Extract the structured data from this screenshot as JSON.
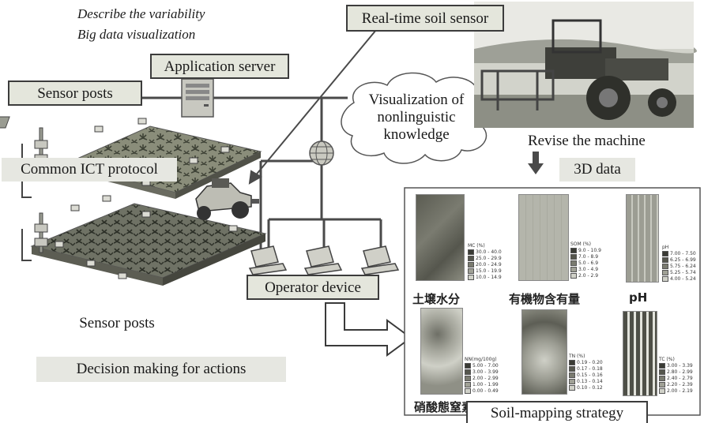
{
  "top_notes": [
    "Describe the variability",
    "Big data visualization"
  ],
  "labels": {
    "application_server": "Application server",
    "sensor_posts_top": "Sensor posts",
    "common_ict": "Common ICT protocol",
    "realtime_sensor": "Real-time soil sensor",
    "cloud": [
      "Visualization of",
      "nonlinguistic",
      "knowledge"
    ],
    "revise_machine": "Revise the machine",
    "data_3d": "3D data",
    "operator_device": "Operator device",
    "sensor_posts_bottom": "Sensor posts",
    "decision": "Decision making for actions",
    "soil_mapping": "Soil-mapping strategy"
  },
  "maps": [
    {
      "caption": "土壌水分",
      "legend_title": "MC (%)",
      "legend": [
        "30.0 - 40.0",
        "25.0 - 29.9",
        "20.0 - 24.9",
        "15.0 - 19.9",
        "10.0 - 14.9"
      ]
    },
    {
      "caption": "有機物含有量",
      "legend_title": "SOM (%)",
      "legend": [
        "9.0 - 10.9",
        "7.0 - 8.9",
        "5.0 - 6.9",
        "3.0 - 4.9",
        "2.0 - 2.9"
      ]
    },
    {
      "caption": "pH",
      "legend_title": "pH",
      "legend": [
        "7.00 - 7.50",
        "6.25 - 6.99",
        "5.75 - 6.24",
        "5.25 - 5.74",
        "4.00 - 5.24"
      ]
    },
    {
      "caption": "硝酸態窒素",
      "legend_title": "NN(mg/100g)",
      "legend": [
        "5.00 - 7.00",
        "3.00 - 3.99",
        "2.00 - 2.99",
        "1.00 - 1.99",
        "0.00 - 0.49"
      ]
    },
    {
      "caption": "",
      "legend_title": "TN (%)",
      "legend": [
        "0.19 - 0.20",
        "0.17 - 0.18",
        "0.15 - 0.16",
        "0.13 - 0.14",
        "0.10 - 0.12"
      ]
    },
    {
      "caption": "",
      "legend_title": "TC (%)",
      "legend": [
        "3.00 - 3.39",
        "2.80 - 2.99",
        "2.40 - 2.79",
        "2.20 - 2.39",
        "2.00 - 2.19"
      ]
    }
  ]
}
